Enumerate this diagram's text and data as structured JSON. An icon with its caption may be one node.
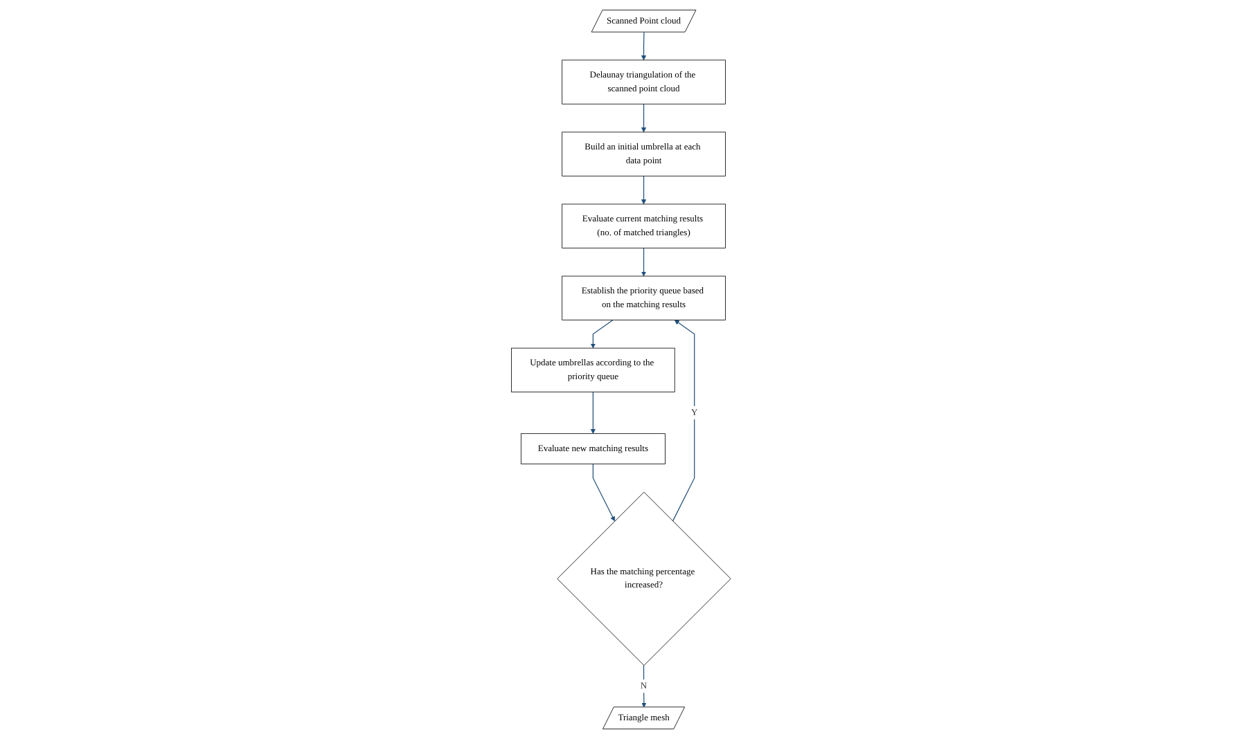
{
  "diagram": {
    "nodes": [
      {
        "text": [
          "Scanned Point cloud"
        ]
      },
      {
        "text": [
          "Delaunay triangulation of the scanned point cloud"
        ]
      },
      {
        "text": [
          "Build an initial umbrella at each data point"
        ]
      },
      {
        "text": [
          "Evaluate current matching results (no. of matched triangles)"
        ]
      },
      {
        "text": [
          "Establish the priority queue based on the matching results"
        ]
      },
      {
        "text": [
          "Update umbrellas according to the priority queue"
        ]
      },
      {
        "text": [
          "Evaluate new matching results"
        ]
      },
      {
        "text": [
          "Has the matching percentage increased?"
        ]
      },
      {
        "text": [
          "Triangle mesh"
        ]
      }
    ],
    "edges": [
      {
        "from": 0,
        "to": 1,
        "arrow": "to"
      },
      {
        "from": 1,
        "to": 2,
        "arrow": "to"
      },
      {
        "from": 2,
        "to": 3,
        "arrow": "to"
      },
      {
        "from": 3,
        "to": 4,
        "arrow": "to"
      },
      {
        "from": 4,
        "to": 5,
        "arrow": "to"
      },
      {
        "from": 5,
        "to": 6,
        "arrow": "to"
      },
      {
        "from": 6,
        "to": 7,
        "arrow": "to"
      },
      {
        "from": 7,
        "to": 4,
        "arrow": "to",
        "label": "Y"
      },
      {
        "from": 7,
        "to": 8,
        "arrow": "to",
        "label": "N"
      }
    ]
  }
}
